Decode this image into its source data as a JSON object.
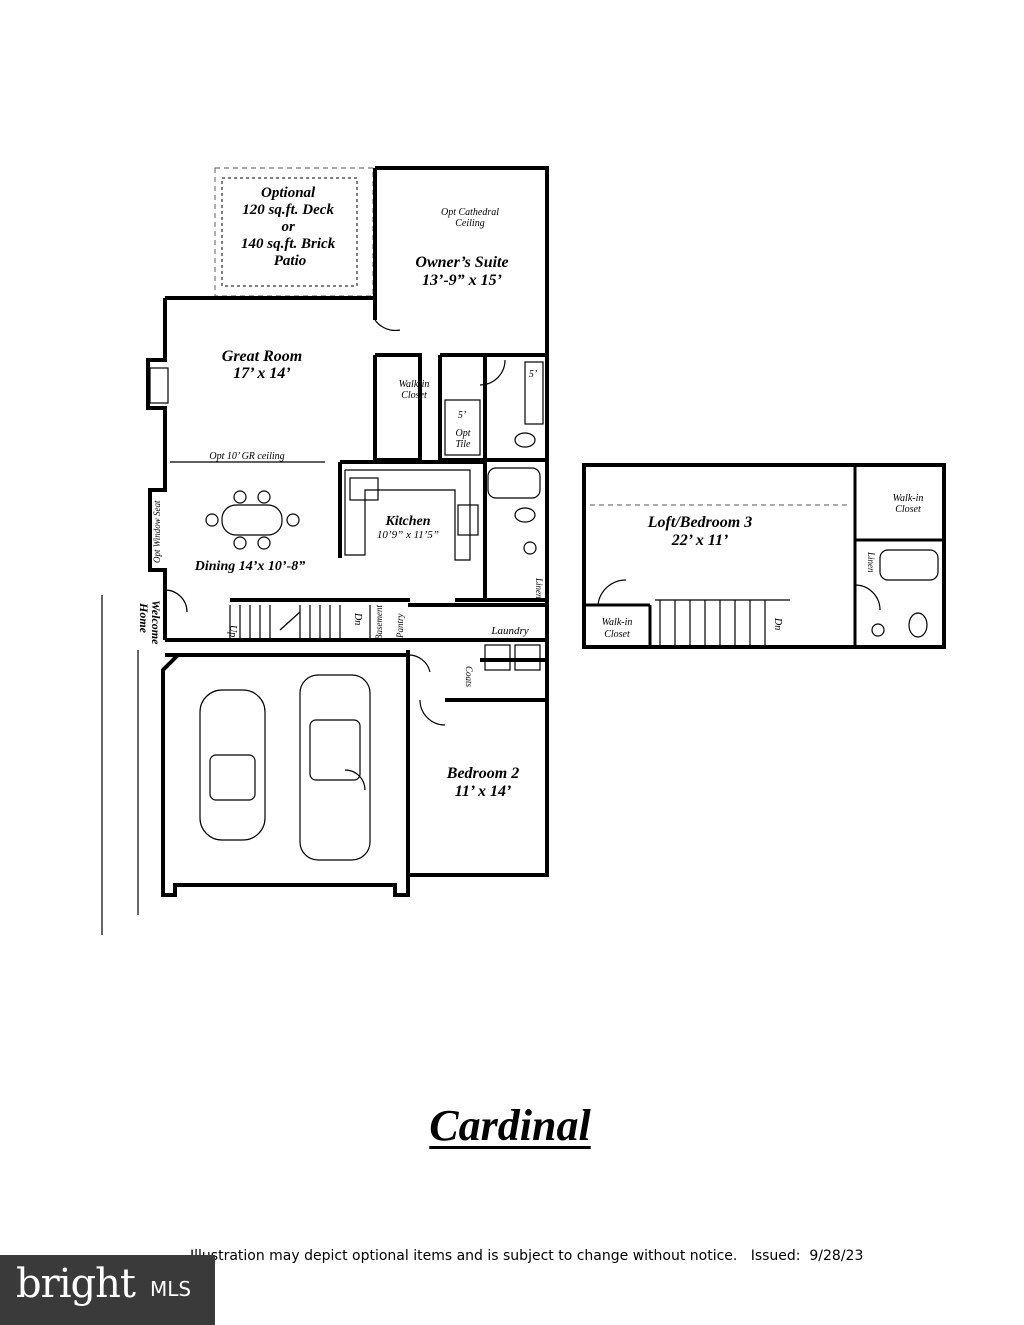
{
  "plan_name": "Cardinal",
  "disclaimer": "Illustration may depict optional items and is subject to change without notice.   Issued:  9/28/23",
  "logo": {
    "text": "bright",
    "suffix": "MLS"
  },
  "rooms": {
    "optional_deck": [
      "Optional",
      "120 sq.ft. Deck",
      "or",
      "140 sq.ft. Brick",
      "Patio"
    ],
    "owners_suite": {
      "name": "Owner’s Suite",
      "size": "13’-9” x 15’",
      "note_1": "Opt Cathedral",
      "note_2": "Ceiling"
    },
    "great_room": {
      "name": "Great Room",
      "size": "17’ x 14’",
      "note": "Opt 10’ GR ceiling"
    },
    "kitchen": {
      "name": "Kitchen",
      "size": "10’9” x 11’5”"
    },
    "dining": {
      "name": "Dining  14’x 10’-8”",
      "window_seat": "Opt Window Seat"
    },
    "walk_in_closet": [
      "Walk-in",
      "Closet"
    ],
    "opt_tile": [
      "Opt",
      "Tile"
    ],
    "shower": "5’",
    "tub": "5’",
    "linen": "Linen",
    "laundry": "Laundry",
    "coats": "Coats",
    "pantry": "Pantry",
    "basement": "Basement",
    "welcome_home": [
      "Welcome",
      "Home"
    ],
    "up": "Up",
    "dn": "Dn",
    "bedroom_2": {
      "name": "Bedroom 2",
      "size": "11’ x 14’"
    },
    "loft": {
      "name": "Loft/Bedroom 3",
      "size": "22’ x 11’"
    },
    "loft_closet_right": [
      "Walk-in",
      "Closet"
    ],
    "loft_closet_left": [
      "Walk-in",
      "Closet"
    ],
    "loft_linen": "Linen",
    "loft_dn": "Dn"
  }
}
